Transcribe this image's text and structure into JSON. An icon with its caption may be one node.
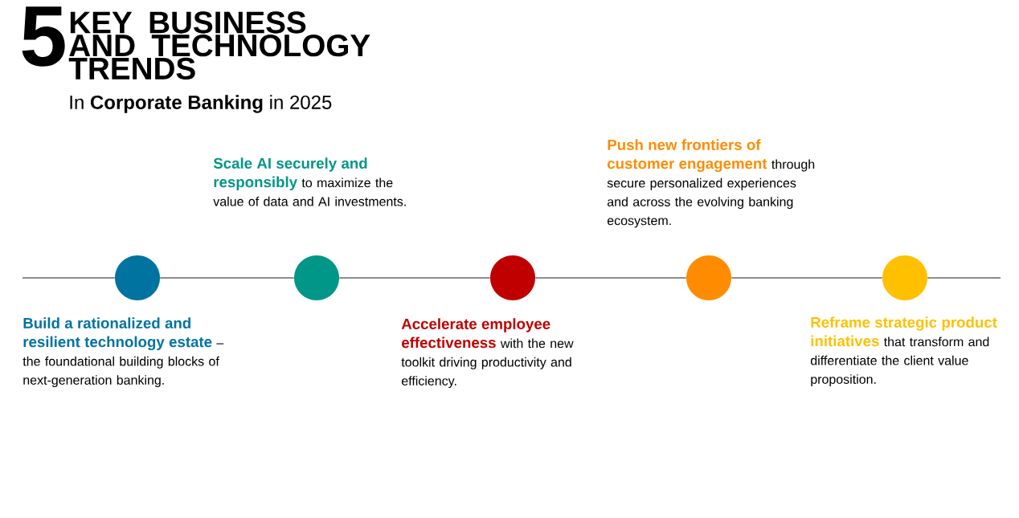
{
  "diagram": {
    "title": "KEY BUSINESS AND TECHNOLOGY TRENDS",
    "nodes": [
      {
        "text": [],
        "shape": "circle",
        "beside": [
          "Build a rationalized and resilient technology estate",
          "– the foundational building blocks of next-generation banking."
        ]
      },
      {
        "text": [],
        "shape": "circle",
        "beside": [
          "Scale AI securely and responsibly",
          "to maximize the value of data and AI investments."
        ]
      },
      {
        "text": [],
        "shape": "circle",
        "beside": [
          "Accelerate employee effectiveness",
          "with the new toolkit driving productivity and efficiency."
        ]
      },
      {
        "text": [],
        "shape": "circle",
        "beside": [
          "Push new frontiers of customer engagement",
          "through secure personalized experiences and across the evolving banking ecosystem."
        ]
      },
      {
        "text": [],
        "shape": "circle",
        "beside": [
          "Reframe strategic product initiatives",
          "that transform and differentiate the client value proposition."
        ]
      }
    ],
    "edges": [
      {
        "from": null,
        "to": 0,
        "arrow": "none"
      },
      {
        "from": 0,
        "to": 1,
        "arrow": "none"
      },
      {
        "from": 1,
        "to": 2,
        "arrow": "none"
      },
      {
        "from": 2,
        "to": 3,
        "arrow": "none"
      },
      {
        "from": 3,
        "to": 4,
        "arrow": "none"
      },
      {
        "from": 4,
        "to": null,
        "arrow": "none"
      }
    ],
    "labels": [
      "5",
      "In **Corporate Banking** in 2025"
    ]
  }
}
